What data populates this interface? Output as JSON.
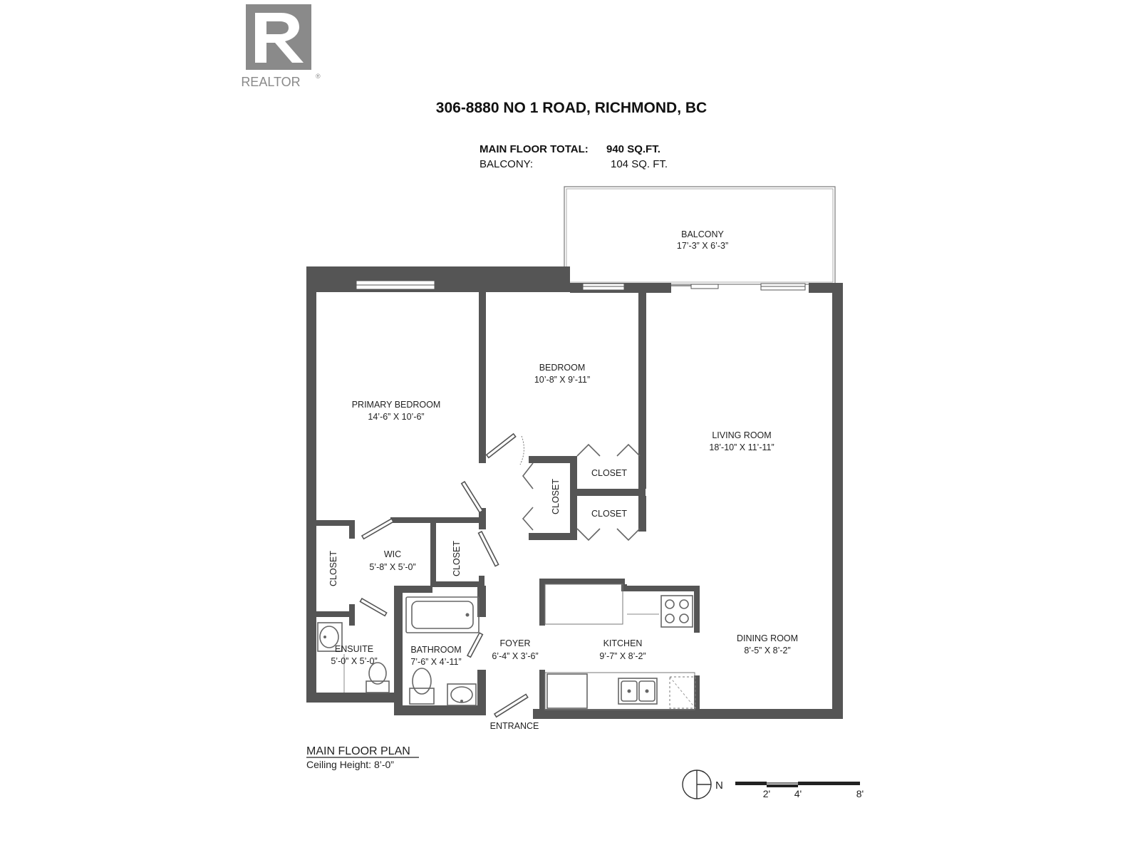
{
  "header": {
    "logo_text": "REALTOR",
    "logo_reg": "®",
    "address": "306-8880 NO 1 ROAD, RICHMOND, BC",
    "area_rows": [
      {
        "label": "MAIN FLOOR TOTAL:",
        "value": "940 SQ.FT."
      },
      {
        "label": "BALCONY:",
        "value": "104 SQ. FT."
      }
    ]
  },
  "rooms": {
    "balcony": {
      "name": "BALCONY",
      "dims": "17’-3” X 6’-3”"
    },
    "bedroom": {
      "name": "BEDROOM",
      "dims": "10’-8” X 9’-11”"
    },
    "primary_bedroom": {
      "name": "PRIMARY BEDROOM",
      "dims": "14’-6” X 10’-6”"
    },
    "living_room": {
      "name": "LIVING ROOM",
      "dims": "18’-10” X 11’-11”"
    },
    "closet_1": {
      "name": "CLOSET"
    },
    "closet_2": {
      "name": "CLOSET"
    },
    "closet_3": {
      "name": "CLOSET"
    },
    "closet_wic": {
      "name": "CLOSET"
    },
    "closet_hall": {
      "name": "CLOSET"
    },
    "wic": {
      "name": "WIC",
      "dims": "5’-8” X 5’-0”"
    },
    "ensuite": {
      "name": "ENSUITE",
      "dims": "5’-0” X 5’-0”"
    },
    "bathroom": {
      "name": "BATHROOM",
      "dims": "7’-6” X 4’-11”"
    },
    "foyer": {
      "name": "FOYER",
      "dims": "6’-4” X 3’-6”"
    },
    "kitchen": {
      "name": "KITCHEN",
      "dims": "9’-7” X 8’-2”"
    },
    "dining_room": {
      "name": "DINING ROOM",
      "dims": "8’-5” X 8’-2”"
    },
    "entrance": {
      "name": "ENTRANCE"
    }
  },
  "footer": {
    "plan_title": "MAIN FLOOR PLAN",
    "ceiling": "Ceiling Height: 8’-0”",
    "north": "N",
    "scale_labels": [
      "2'",
      "4'",
      "8'"
    ]
  },
  "colors": {
    "wall": "#555555",
    "logo": "#8a8a8a"
  },
  "icons": [
    "realtor-logo-icon",
    "north-arrow-icon",
    "scale-bar-icon"
  ]
}
